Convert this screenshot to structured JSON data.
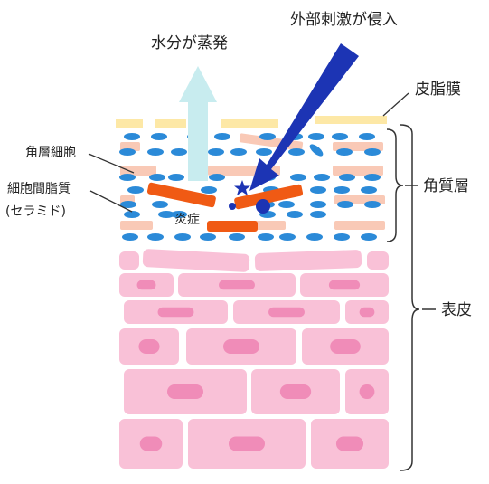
{
  "labels": {
    "evaporation": "水分が蒸発",
    "irritant": "外部刺激が侵入",
    "sebum_film": "皮脂膜",
    "corneocyte": "角層細胞",
    "intercellular_lipid": "細胞間脂質",
    "ceramide": "(セラミド)",
    "stratum_corneum": "角質層",
    "inflammation": "炎症",
    "epidermis": "表皮"
  },
  "colors": {
    "sebum": "#fde8a6",
    "corneocyte": "#f9c9b6",
    "lipid_dot": "#2b8ad8",
    "inflammation": "#f05a14",
    "irritant_arrow": "#1c34b4",
    "water_arrow": "#c8ecef",
    "epidermal_cell": "#f9c1d7",
    "cell_nucleus": "#f08cb8",
    "bracket": "#333333"
  }
}
